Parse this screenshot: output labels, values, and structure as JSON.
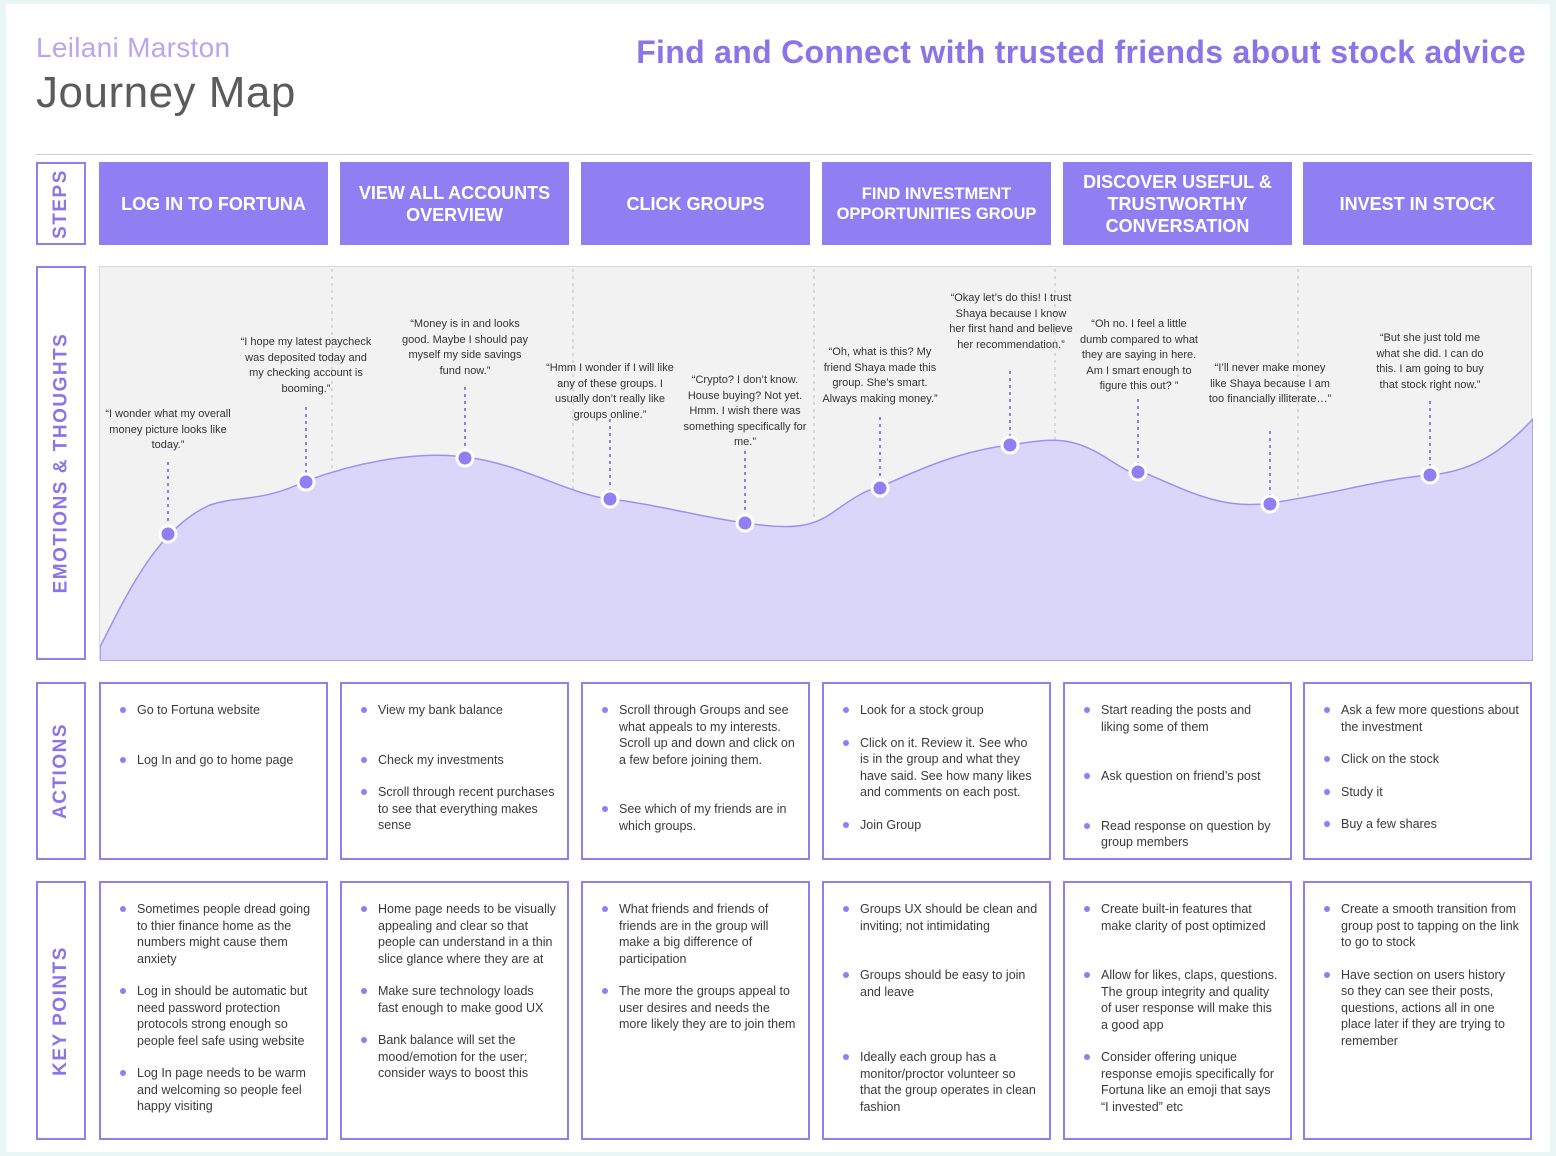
{
  "header": {
    "author": "Leilani Marston",
    "title": "Journey Map",
    "headline": "Find and Connect with trusted friends about stock advice"
  },
  "row_labels": {
    "steps": "STEPS",
    "emotions": "EMOTIONS & THOUGHTS",
    "actions": "ACTIONS",
    "key_points": "KEY POINTS"
  },
  "steps": [
    "LOG IN TO FORTUNA",
    "VIEW ALL ACCOUNTS OVERVIEW",
    "CLICK GROUPS",
    "FIND INVESTMENT OPPORTUNITIES GROUP",
    "DISCOVER USEFUL & TRUSTWORTHY CONVERSATION",
    "INVEST IN STOCK"
  ],
  "emotions": [
    {
      "quote": "“I wonder what my overall money picture looks like today.”"
    },
    {
      "quote": "“I hope my latest paycheck was deposited today and my checking account is booming.”"
    },
    {
      "quote": "“Money is in and looks good. Maybe I should pay myself my side savings fund now.”"
    },
    {
      "quote": "“Hmm I wonder if I will like any of these groups. I usually don’t really like groups online.”"
    },
    {
      "quote": "“Crypto? I don’t know. House buying? Not yet. Hmm. I wish there was something specifically for me.”"
    },
    {
      "quote": "“Oh, what is this? My friend Shaya made this group. She’s smart. Always making money.”"
    },
    {
      "quote": "“Okay let’s do this! I trust Shaya because I know her first hand and believe her recommendation.”"
    },
    {
      "quote": "“Oh no. I feel a little dumb compared to what they are saying in here. Am I smart enough to figure this out? ”"
    },
    {
      "quote": "“I’ll never make money like Shaya because I am too financially illiterate…”"
    },
    {
      "quote": "“But she just told me what she did. I can do this. I am going to buy that stock right now.”"
    }
  ],
  "actions": [
    [
      "Go to Fortuna website",
      "Log In and go to home page"
    ],
    [
      "View my bank balance",
      "Check my investments",
      "Scroll through recent purchases to see that everything makes sense"
    ],
    [
      "Scroll through Groups and see what appeals to my interests. Scroll up and down and click on a few before joining them.",
      "See which of my friends are in which groups."
    ],
    [
      "Look for a stock group",
      "Click on it. Review it. See who is in the group and what they have said. See how many likes and comments on each post.",
      "Join Group"
    ],
    [
      "Start reading the posts and liking some of them",
      "Ask question on friend’s post",
      "Read response on question by group members"
    ],
    [
      "Ask a few more questions about the investment",
      "Click on the stock",
      "Study it",
      "Buy a few shares"
    ]
  ],
  "key_points": [
    [
      "Sometimes people dread going to thier finance home as the numbers might cause them anxiety",
      "Log in should be automatic but need password protection protocols strong enough so people feel safe using website",
      "Log In page needs to be warm and welcoming so people feel happy visiting"
    ],
    [
      "Home page needs to be visually appealing and clear so that people can understand in a thin slice glance where they are at",
      "Make sure technology loads fast enough to make good UX",
      "Bank balance will set the mood/emotion for the user; consider ways to boost this"
    ],
    [
      "What friends and friends of friends are in the group will make a big difference of participation",
      "The more the groups appeal to user desires and needs the more likely they are to join them"
    ],
    [
      "Groups UX should be clean and inviting; not intimidating",
      "Groups should be easy to join and leave",
      "Ideally each group has a monitor/proctor volunteer so that the group operates in clean fashion"
    ],
    [
      "Create built-in features that make clarity of post optimized",
      "Allow for likes, claps, questions. The group integrity and quality of user response will make this a good app",
      "Consider offering unique response emojis specifically for Fortuna like an emoji that says “I invested” etc"
    ],
    [
      "Create a smooth transition from group post to tapping on the link to go to stock",
      "Have section on users history so they can see their posts, questions, actions all in one place later if they are trying to remember"
    ]
  ],
  "colors": {
    "accent": "#8f7ff3",
    "curve_fill": "#d9d6fa",
    "author": "#b9a6ee",
    "headline": "#8a74e8",
    "title": "#5b5b5b"
  }
}
